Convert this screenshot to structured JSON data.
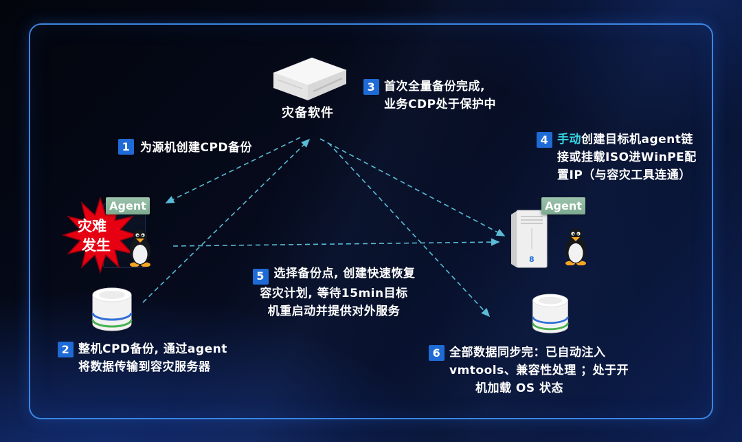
{
  "nodes": {
    "dr_software": "灾备软件",
    "agent": "Agent",
    "disaster_line1": "灾难",
    "disaster_line2": "发生"
  },
  "steps": {
    "s1": {
      "num": "1",
      "line1": "为源机创建CPD备份"
    },
    "s2": {
      "num": "2",
      "line1": "整机CPD备份, 通过agent",
      "line2": "将数据传输到容灾服务器"
    },
    "s3": {
      "num": "3",
      "line1": "首次全量备份完成,",
      "line2": "业务CDP处于保护中"
    },
    "s4": {
      "num": "4",
      "highlight": "手动",
      "line1_rest": "创建目标机agent链",
      "line2": "接或挂载ISO进WinPE配",
      "line3": "置IP（与容灾工具连通）"
    },
    "s5": {
      "num": "5",
      "line1": "选择备份点, 创建快速恢复",
      "line2": "容灾计划, 等待15min目标",
      "line3": "机重启动并提供对外服务"
    },
    "s6": {
      "num": "6",
      "line1": "全部数据同步完：已自动注入",
      "line2": "vmtools、兼容性处理 ；处于开",
      "line3": "机加载 OS 状态"
    }
  },
  "colors": {
    "accent_cyan": "#35d6e4",
    "step_badge_blue": "#1f6bd6",
    "agent_badge_green": "#8ab79d",
    "disaster_red": "#e60012",
    "arrow_blue": "#63cfe9",
    "frame_border": "#3e8cec"
  }
}
